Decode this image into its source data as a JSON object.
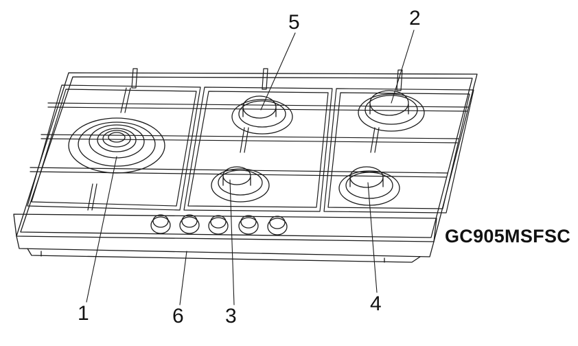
{
  "model_code": "GC905MSFSC",
  "callouts": [
    "1",
    "2",
    "3",
    "4",
    "5",
    "6"
  ]
}
